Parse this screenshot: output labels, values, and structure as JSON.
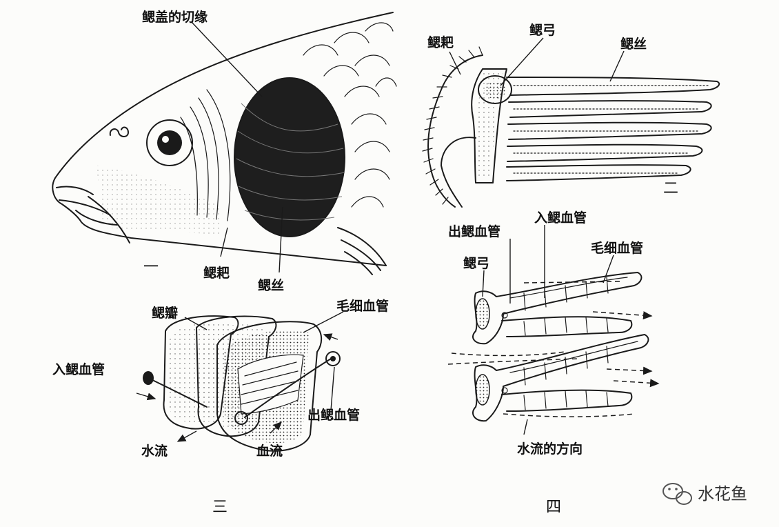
{
  "figure1": {
    "number": "一",
    "labels": {
      "operculum_edge": "鳃盖的切缘",
      "gill_raker": "鳃耙",
      "gill_filament": "鳃丝"
    }
  },
  "figure2": {
    "number": "二",
    "labels": {
      "gill_raker": "鳃耙",
      "gill_arch": "鳃弓",
      "gill_filament": "鳃丝"
    }
  },
  "figure3": {
    "number": "三",
    "labels": {
      "gill_lamella": "鳃瓣",
      "capillary": "毛细血管",
      "afferent_vessel": "入鳃血管",
      "efferent_vessel": "出鳃血管",
      "water_flow": "水流",
      "blood_flow": "血流"
    }
  },
  "figure4": {
    "number": "四",
    "labels": {
      "afferent_vessel": "入鳃血管",
      "efferent_vessel": "出鳃血管",
      "capillary": "毛细血管",
      "gill_arch": "鳃弓",
      "water_direction": "水流的方向"
    }
  },
  "watermark": {
    "text": "水花鱼",
    "icon": "wechat-icon"
  }
}
